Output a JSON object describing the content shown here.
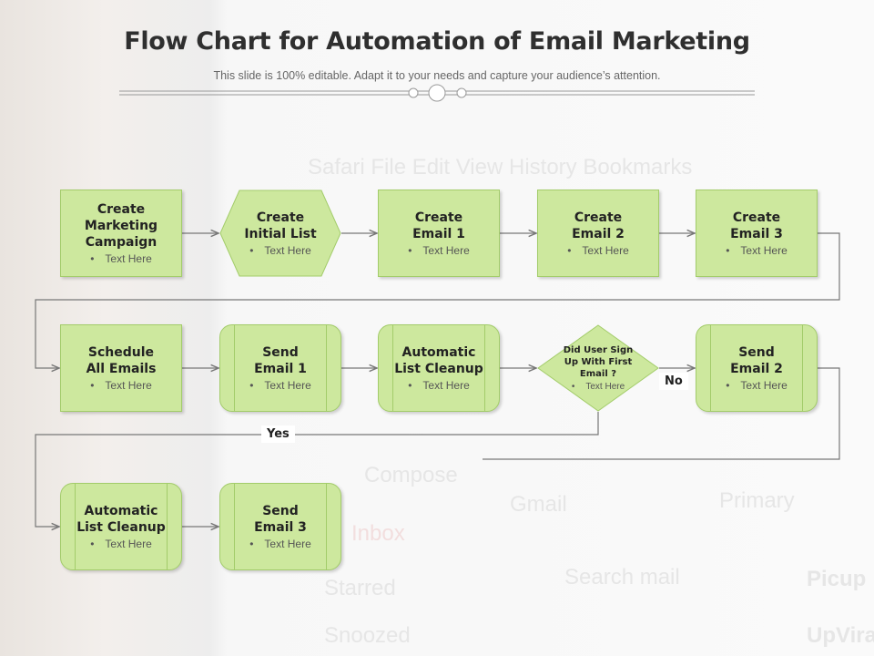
{
  "title": "Flow Chart for Automation of Email Marketing",
  "subtitle": "This slide is 100% editable. Adapt it to your needs and capture your audience’s attention.",
  "background_text": [
    "Safari  File  Edit  View  History  Bookmarks",
    "Gmail",
    "Search mail",
    "Compose",
    "Primary",
    "Inbox",
    "Starred",
    "Snoozed",
    "Picup",
    "UpVira"
  ],
  "nodes": [
    {
      "title": "Create Marketing Campaign",
      "bullet": "Text Here"
    },
    {
      "title": "Create Initial List",
      "bullet": "Text Here"
    },
    {
      "title": "Create Email 1",
      "bullet": "Text Here"
    },
    {
      "title": "Create Email 2",
      "bullet": "Text Here"
    },
    {
      "title": "Create Email 3",
      "bullet": "Text Here"
    },
    {
      "title": "Schedule All Emails",
      "bullet": "Text Here"
    },
    {
      "title": "Send Email 1",
      "bullet": "Text Here"
    },
    {
      "title": "Automatic List Cleanup",
      "bullet": "Text Here"
    },
    {
      "title": "Did User Sign Up With First Email ?",
      "bullet": "Text Here"
    },
    {
      "title": "Send Email 2",
      "bullet": "Text Here"
    },
    {
      "title": "Automatic List Cleanup",
      "bullet": "Text Here"
    },
    {
      "title": "Send Email 3",
      "bullet": "Text Here"
    }
  ],
  "labels": {
    "no": "No",
    "yes": "Yes"
  },
  "colors": {
    "node_fill": "#cde89e",
    "node_border": "#a3cc6a",
    "connector": "#777777"
  }
}
